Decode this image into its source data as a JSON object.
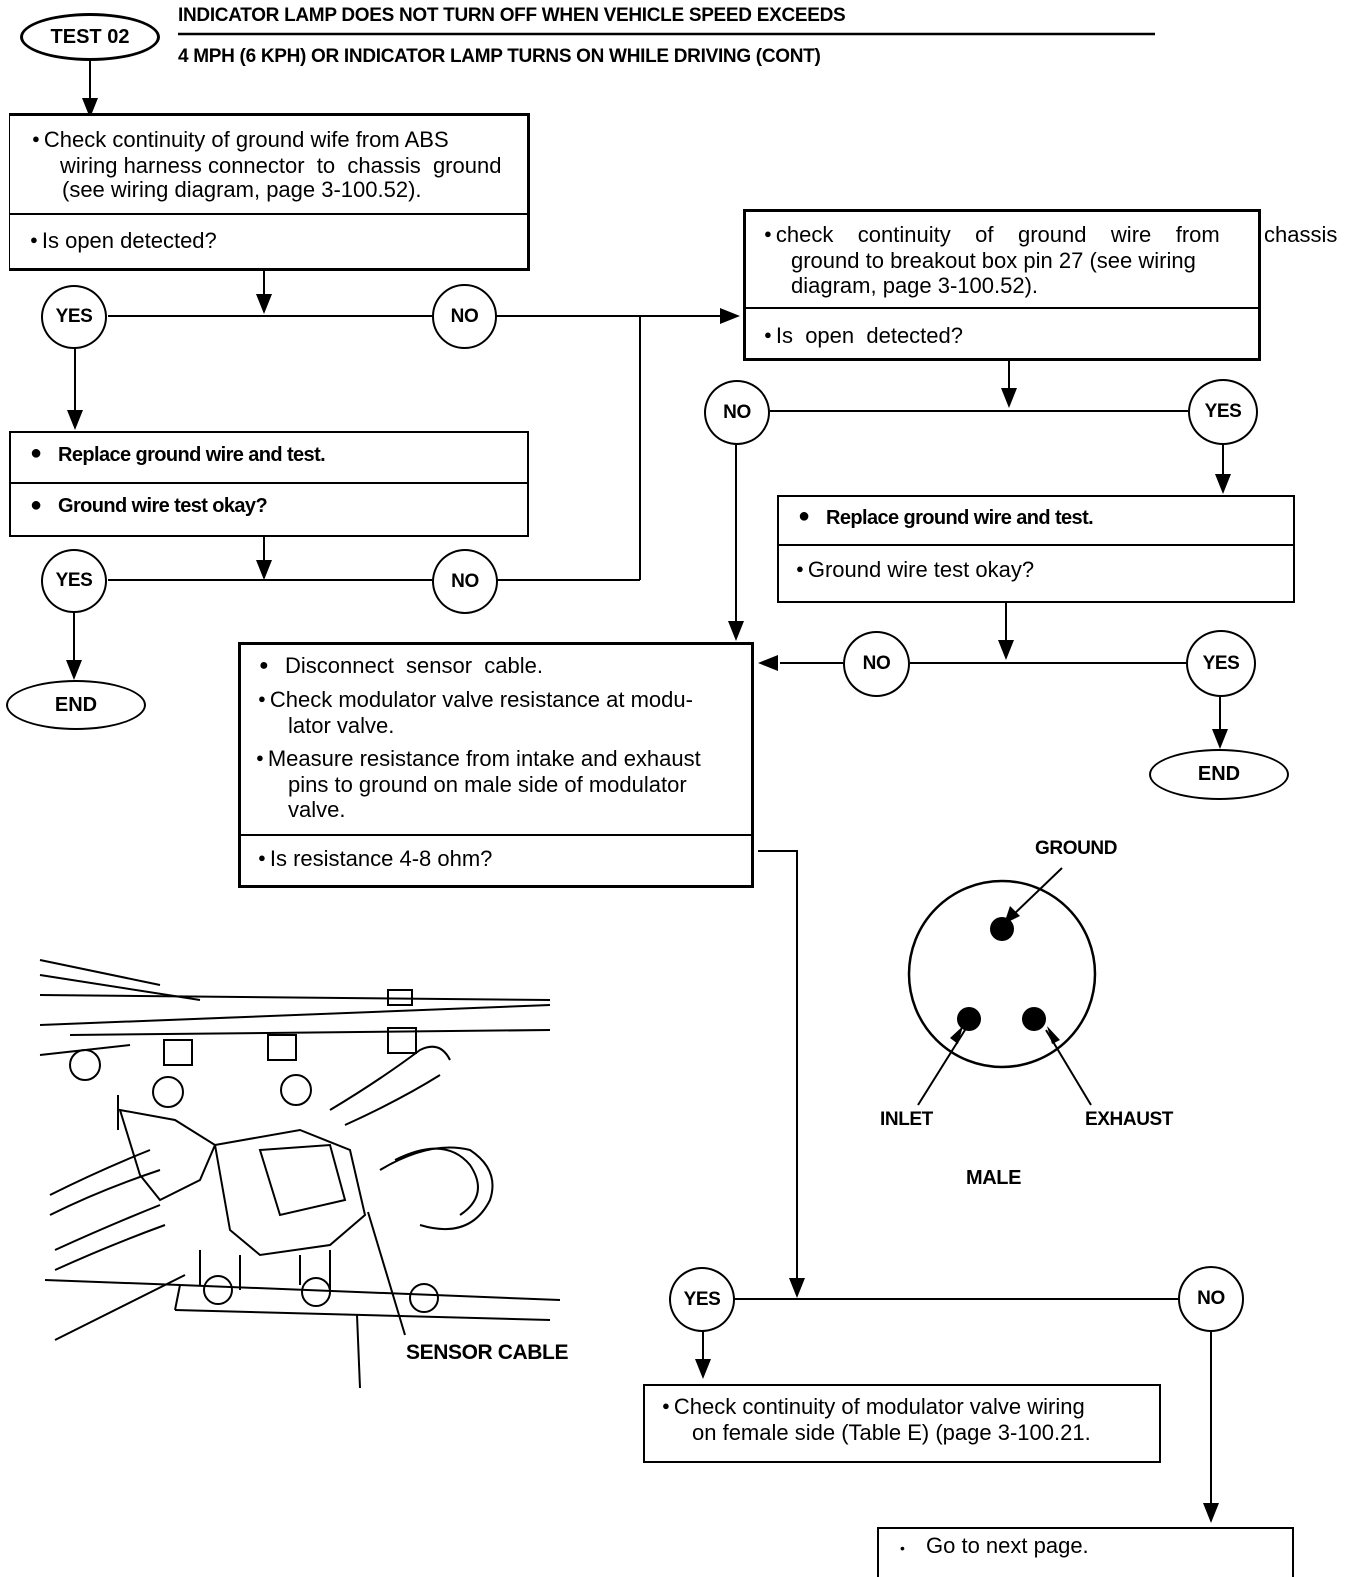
{
  "header": {
    "badge": "TEST 02",
    "line1": "INDICATOR LAMP DOES NOT TURN OFF WHEN VEHICLE SPEED EXCEEDS",
    "line2": "4 MPH (6 KPH) OR INDICATOR LAMP TURNS ON WHILE DRIVING (CONT)"
  },
  "box1": {
    "line1": "Check continuity of ground wife from ABS",
    "line2": "wiring harness connector  to  chassis  ground",
    "line3": "(see wiring diagram, page 3-100.52).",
    "question": "Is open detected?"
  },
  "box2": {
    "line1": "check    continuity    of    ground    wire    from",
    "line1_overflow": "chassis",
    "line2": "ground to breakout box pin 27 (see wiring",
    "line3": "diagram, page 3-100.52).",
    "question": "Is  open  detected?"
  },
  "box3": {
    "action": "Replace ground wire and test.",
    "question": "Ground wire test okay?"
  },
  "box4": {
    "action": "Replace ground wire and test.",
    "question": "Ground wire test okay?"
  },
  "box5": {
    "b1": "Disconnect  sensor  cable.",
    "b2_l1": "Check modulator valve resistance at modu-",
    "b2_l2": "lator valve.",
    "b3_l1": "Measure resistance from intake and exhaust",
    "b3_l2": "pins to ground on male side of modulator",
    "b3_l3": "valve.",
    "question": "Is resistance 4-8 ohm?"
  },
  "box6": {
    "line1": "Check continuity of modulator valve wiring",
    "line2": "on female side (Table E) (page 3-100.21."
  },
  "box7": {
    "text": "Go to next page."
  },
  "nodes": {
    "yes": "YES",
    "no": "NO",
    "end": "END"
  },
  "connector": {
    "ground": "GROUND",
    "inlet": "INLET",
    "exhaust": "EXHAUST",
    "male": "MALE"
  },
  "illustration": {
    "label": "SENSOR CABLE"
  }
}
